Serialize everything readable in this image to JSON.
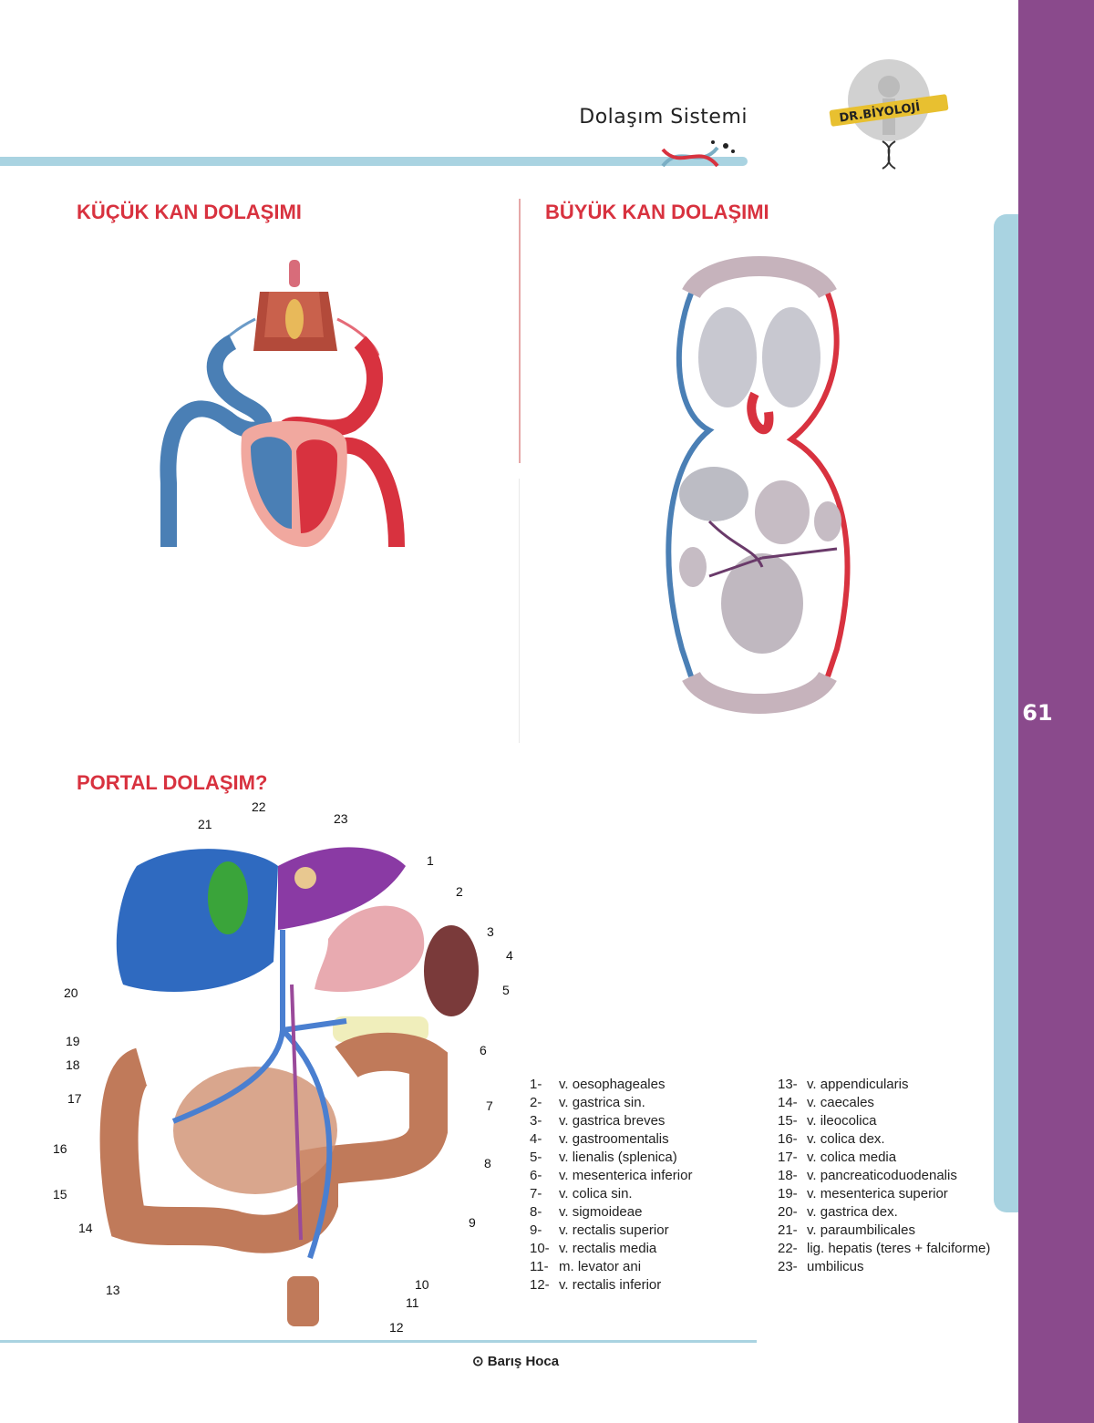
{
  "header": {
    "title": "Dolaşım Sistemi",
    "logo_text": "DR.BİYOLOJİ"
  },
  "page_number": "61",
  "sections": {
    "kucuk": "KÜÇÜK KAN DOLAŞIMI",
    "buyuk": "BÜYÜK KAN DOLAŞIMI",
    "portal": "PORTAL DOLAŞIM?"
  },
  "legend_left": [
    {
      "num": "1-",
      "text": "v. oesophageales"
    },
    {
      "num": "2-",
      "text": "v. gastrica sin."
    },
    {
      "num": "3-",
      "text": "v. gastrica breves"
    },
    {
      "num": "4-",
      "text": "v. gastroomentalis"
    },
    {
      "num": "5-",
      "text": "v. lienalis (splenica)"
    },
    {
      "num": "6-",
      "text": "v. mesenterica inferior"
    },
    {
      "num": "7-",
      "text": "v. colica sin."
    },
    {
      "num": "8-",
      "text": "v. sigmoideae"
    },
    {
      "num": "9-",
      "text": "v. rectalis superior"
    },
    {
      "num": "10-",
      "text": "v. rectalis media"
    },
    {
      "num": "11-",
      "text": "m. levator ani"
    },
    {
      "num": "12-",
      "text": "v. rectalis inferior"
    }
  ],
  "legend_right": [
    {
      "num": "13-",
      "text": "v. appendicularis"
    },
    {
      "num": "14-",
      "text": "v. caecales"
    },
    {
      "num": "15-",
      "text": "v. ileocolica"
    },
    {
      "num": "16-",
      "text": "v. colica dex."
    },
    {
      "num": "17-",
      "text": "v. colica media"
    },
    {
      "num": "18-",
      "text": "v. pancreaticoduodenalis"
    },
    {
      "num": "19-",
      "text": "v. mesenterica superior"
    },
    {
      "num": "20-",
      "text": "v. gastrica dex."
    },
    {
      "num": "21-",
      "text": "v. paraumbilicales"
    },
    {
      "num": "22-",
      "text": "lig. hepatis (teres + falciforme)"
    },
    {
      "num": "23-",
      "text": "umbilicus"
    }
  ],
  "diagram_labels": [
    "1",
    "2",
    "3",
    "4",
    "5",
    "6",
    "7",
    "8",
    "9",
    "10",
    "11",
    "12",
    "13",
    "14",
    "15",
    "16",
    "17",
    "18",
    "19",
    "20",
    "21",
    "22",
    "23"
  ],
  "footer": {
    "credit": "Barış Hoca"
  },
  "colors": {
    "accent_red": "#d8323f",
    "purple": "#8a4a8c",
    "light_blue": "#a9d3e1",
    "vein_blue": "#4a7fb5",
    "artery_red": "#d8323f"
  }
}
